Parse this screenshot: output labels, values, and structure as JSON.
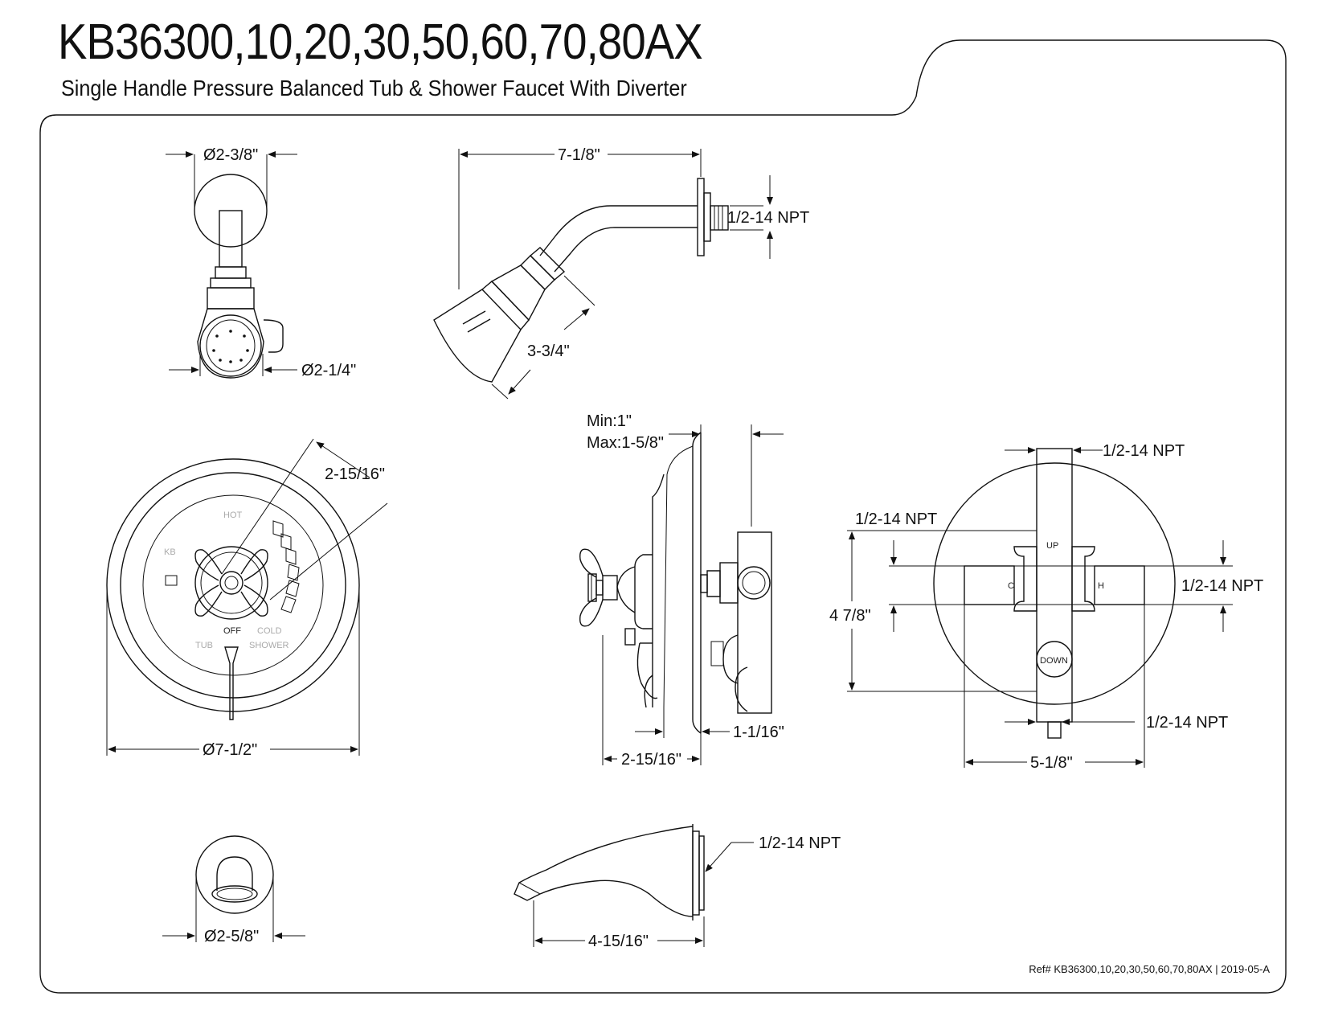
{
  "header": {
    "model": "KB36300,10,20,30,50,60,70,80AX",
    "description": "Single Handle Pressure Balanced Tub & Shower Faucet With Diverter"
  },
  "dimensions": {
    "showerhead_flange_dia": "Ø2-3/8\"",
    "showerhead_dia": "Ø2-1/4\"",
    "arm_length": "7-1/8\"",
    "arm_thread": "1/2-14 NPT",
    "head_height": "3-3/4\"",
    "handle_reach": "2-15/16\"",
    "trim_plate_dia": "Ø7-1/2\"",
    "wall_depth_min": "Min:1\"",
    "wall_depth_max": "Max:1-5/8\"",
    "valve_depth": "2-15/16\"",
    "valve_offset": "1-1/16\"",
    "valve_top_thread": "1/2-14 NPT",
    "valve_left_thread": "1/2-14 NPT",
    "valve_right_thread": "1/2-14 NPT",
    "valve_bottom_thread": "1/2-14 NPT",
    "valve_height": "4 7/8\"",
    "valve_width": "5-1/8\"",
    "spout_flange_dia": "Ø2-5/8\"",
    "spout_thread": "1/2-14 NPT",
    "spout_length": "4-15/16\""
  },
  "trim_labels": {
    "hot": "HOT",
    "brand": "KB",
    "off": "OFF",
    "cold": "COLD",
    "tub": "TUB",
    "shower": "SHOWER"
  },
  "valve_labels": {
    "up": "UP",
    "down": "DOWN",
    "cold": "C",
    "hot": "H"
  },
  "footer": {
    "reference": "Ref# KB36300,10,20,30,50,60,70,80AX | 2019-05-A"
  }
}
